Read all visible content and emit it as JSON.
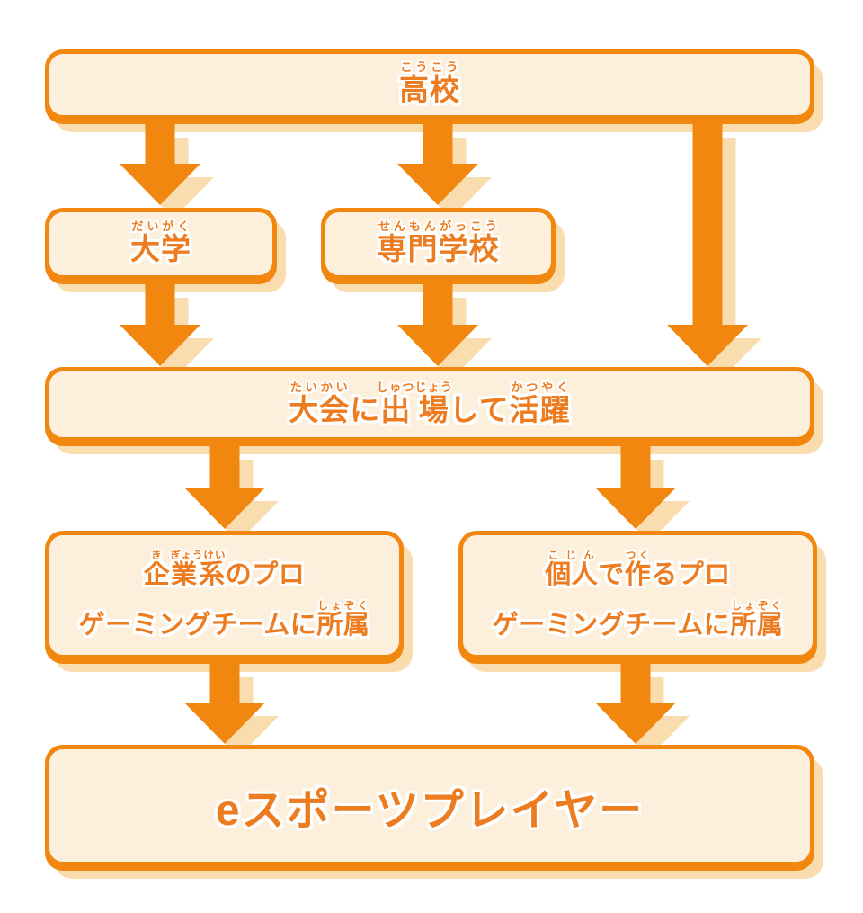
{
  "colors": {
    "orange": "#F1870E",
    "shadow": "#FADDAF",
    "fill": "#FCEFDC",
    "text": "#ED7C20"
  },
  "nodes": {
    "highschool": {
      "lines": [
        [
          {
            "t": "高校",
            "r": "こうこう"
          }
        ]
      ]
    },
    "university": {
      "lines": [
        [
          {
            "t": "大学",
            "r": "だいがく"
          }
        ]
      ]
    },
    "vocational_school": {
      "lines": [
        [
          {
            "t": "専門学校",
            "r": "せんもんがっこう"
          }
        ]
      ]
    },
    "tournament": {
      "lines": [
        [
          {
            "t": "大会",
            "r": "たいかい"
          },
          {
            "t": "に"
          },
          {
            "t": "出場",
            "r": "しゅつじょう"
          },
          {
            "t": "して"
          },
          {
            "t": "活躍",
            "r": "かつやく"
          }
        ]
      ]
    },
    "corporate_team": {
      "lines": [
        [
          {
            "t": "企",
            "r": "き"
          },
          {
            "t": "業系",
            "r": "ぎょうけい"
          },
          {
            "t": "のプロ"
          }
        ],
        [
          {
            "t": "ゲーミングチームに"
          },
          {
            "t": "所属",
            "r": "しょぞく"
          }
        ]
      ]
    },
    "personal_team": {
      "lines": [
        [
          {
            "t": "個人",
            "r": "こじん"
          },
          {
            "t": "で"
          },
          {
            "t": "作",
            "r": "つく"
          },
          {
            "t": "るプロ"
          }
        ],
        [
          {
            "t": "ゲーミングチームに"
          },
          {
            "t": "所属",
            "r": "しょぞく"
          }
        ]
      ]
    },
    "esports_player": {
      "lines": [
        [
          {
            "t": "eスポーツプレイヤー"
          }
        ]
      ]
    }
  },
  "edges": [
    {
      "from": "highschool",
      "to": "university"
    },
    {
      "from": "highschool",
      "to": "vocational_school"
    },
    {
      "from": "highschool",
      "to": "tournament"
    },
    {
      "from": "university",
      "to": "tournament"
    },
    {
      "from": "vocational_school",
      "to": "tournament"
    },
    {
      "from": "tournament",
      "to": "corporate_team"
    },
    {
      "from": "tournament",
      "to": "personal_team"
    },
    {
      "from": "corporate_team",
      "to": "esports_player"
    },
    {
      "from": "personal_team",
      "to": "esports_player"
    }
  ]
}
